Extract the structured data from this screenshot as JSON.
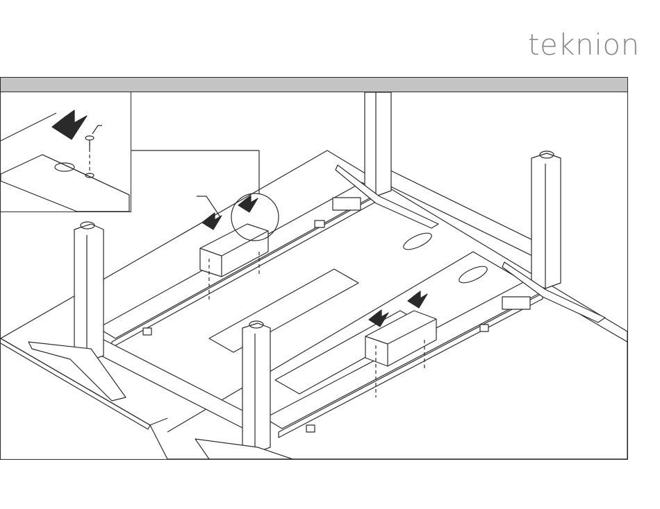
{
  "brand": {
    "name": "teknion"
  },
  "figure": {
    "parts": [
      "desk-top",
      "leg-front-left",
      "leg-front-right",
      "leg-rear-left",
      "leg-rear-right",
      "frame-rail",
      "control-box-left",
      "control-box-right",
      "screw",
      "detail-inset"
    ]
  },
  "colors": {
    "line": "#2a2a2a",
    "header_bar": "#c4c4c4",
    "brand": "#8a8a8a"
  }
}
